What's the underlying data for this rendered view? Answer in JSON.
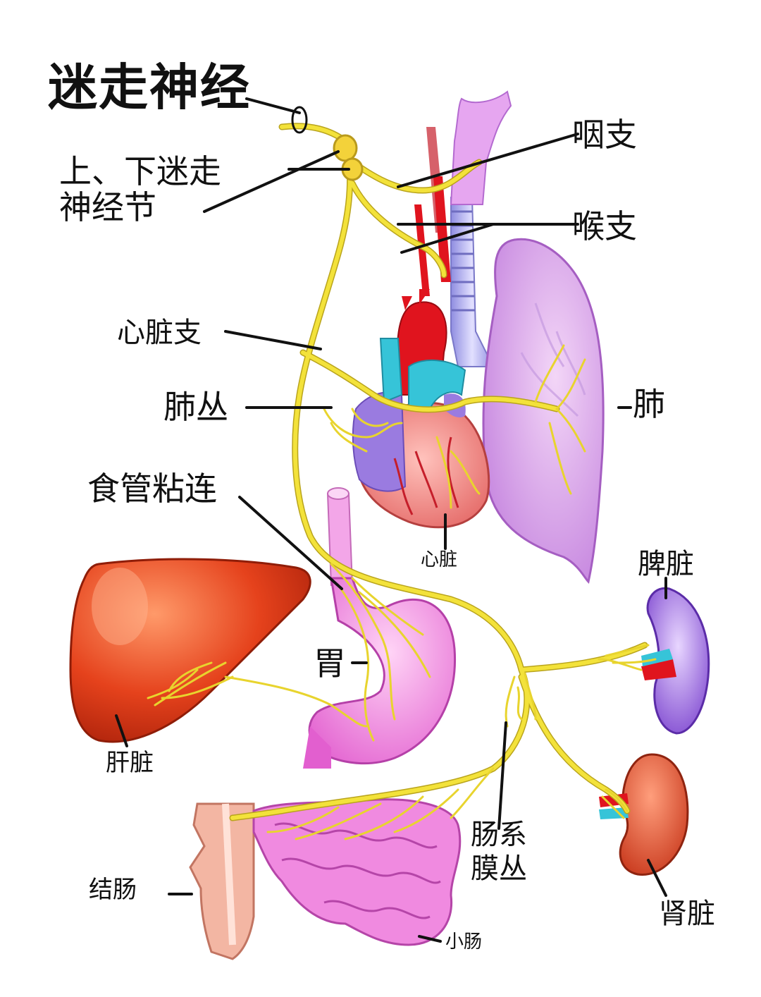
{
  "title": "迷走神经",
  "labels": {
    "ganglia_line1": "上、下迷走",
    "ganglia_line2": "神经节",
    "pharyngeal": "咽支",
    "laryngeal": "喉支",
    "cardiac_branch": "心脏支",
    "pulmonary_plexus": "肺丛",
    "lung": "肺",
    "esophageal": "食管粘连",
    "heart": "心脏",
    "spleen": "脾脏",
    "stomach": "胃",
    "liver": "肝脏",
    "mesenteric_line1": "肠系",
    "mesenteric_line2": "膜丛",
    "colon": "结肠",
    "small_intestine": "小肠",
    "kidney": "肾脏"
  },
  "colors": {
    "nerve": "#f3e23a",
    "nerve_outline": "#b9a41c",
    "lung": "#d89ee6",
    "heart": "#f08a8a",
    "aorta": "#e0141e",
    "pulmonary_artery": "#36c4d8",
    "vein": "#9a7be0",
    "liver": "#e5421c",
    "stomach": "#ee7ddc",
    "spleen": "#8f5ed8",
    "kidney": "#d8451e",
    "intestine": "#f08ae0",
    "colon": "#f3b6a3",
    "trachea": "#b8b6f0",
    "esophagus": "#f3a6e8"
  }
}
